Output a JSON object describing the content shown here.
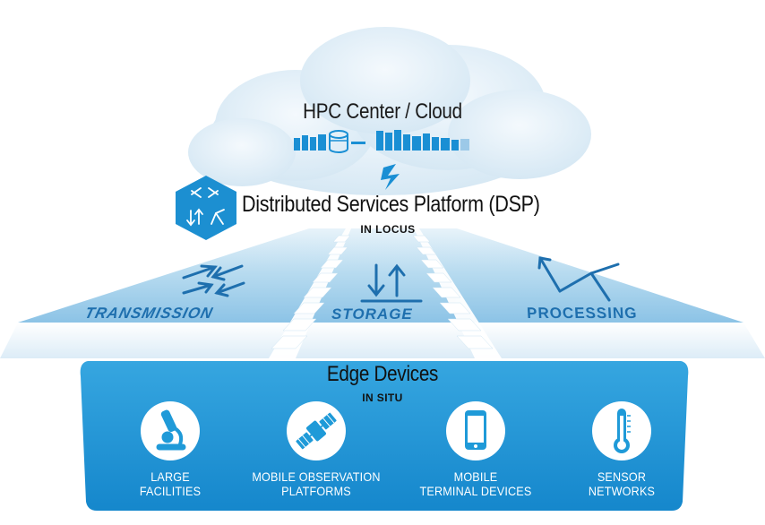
{
  "cloud": {
    "title": "HPC Center / Cloud",
    "icon": "server-cluster-icon"
  },
  "dsp": {
    "title": "Distributed Services Platform (DSP)",
    "subtitle": "IN LOCUS",
    "icon": "dsp-hexagon-icon"
  },
  "road": {
    "lanes": [
      {
        "label": "TRANSMISSION",
        "icon": "transmission-arrows-icon"
      },
      {
        "label": "STORAGE",
        "icon": "storage-arrows-icon"
      },
      {
        "label": "PROCESSING",
        "icon": "processing-fork-icon"
      }
    ]
  },
  "edge": {
    "title": "Edge Devices",
    "subtitle": "IN SITU",
    "devices": [
      {
        "label": "LARGE\nFACILITIES",
        "icon": "microscope-icon"
      },
      {
        "label": "MOBILE OBSERVATION\nPLATFORMS",
        "icon": "satellite-icon"
      },
      {
        "label": "MOBILE\nTERMINAL DEVICES",
        "icon": "smartphone-icon"
      },
      {
        "label": "SENSOR\nNETWORKS",
        "icon": "thermometer-icon"
      }
    ]
  },
  "colors": {
    "edge_band": "#1f9ad8",
    "road_light": "#cfe8f6",
    "road_dark": "#7fbde3",
    "icon_blue": "#1a77b5",
    "hexagon": "#1c8fd1"
  }
}
